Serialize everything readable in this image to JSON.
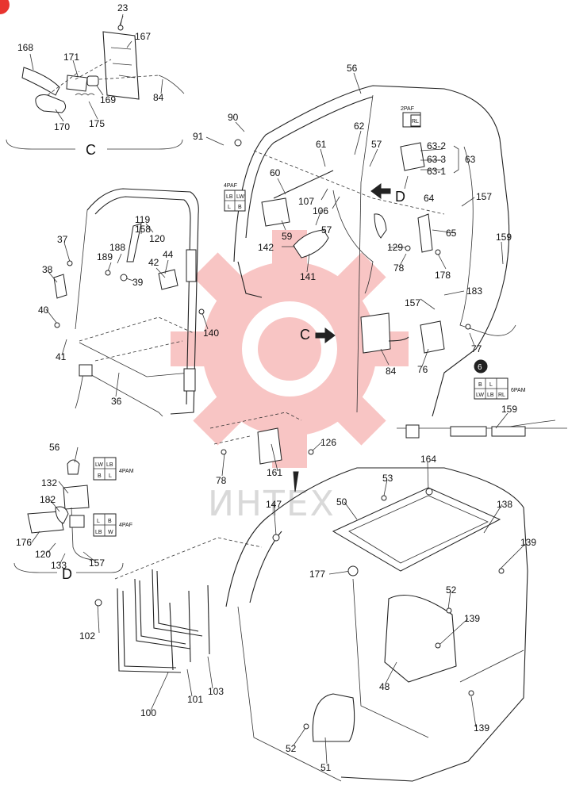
{
  "callouts": {
    "c23": "23",
    "c167": "167",
    "c168": "168",
    "c171": "171",
    "c169": "169",
    "c84a": "84",
    "c170": "170",
    "c175": "175",
    "c56a": "56",
    "c90": "90",
    "c91": "91",
    "c62": "62",
    "c2paf": "2PAF",
    "c631": "63-1",
    "c632": "63-2",
    "c633": "63-3",
    "c63": "63",
    "c61": "61",
    "c57a": "57",
    "c60": "60",
    "c107": "107",
    "c106": "106",
    "cD": "D",
    "c64": "64",
    "c157a": "157",
    "c4paf_a": "4PAF",
    "c119": "119",
    "c158": "158",
    "c120a": "120",
    "c37": "37",
    "c188": "188",
    "c189": "189",
    "c44": "44",
    "c42": "42",
    "c39": "39",
    "c38": "38",
    "c40": "40",
    "c41": "41",
    "c140": "140",
    "c36": "36",
    "c59": "59",
    "c142": "142",
    "c141": "141",
    "c57b": "57",
    "c129": "129",
    "c65": "65",
    "c78a": "78",
    "c178": "178",
    "c159a": "159",
    "c183": "183",
    "c157b": "157",
    "cC": "C",
    "c84b": "84",
    "c76": "76",
    "c77": "77",
    "c6": "6",
    "c6pam": "6PAM",
    "c159b": "159",
    "c126": "126",
    "c161": "161",
    "c78b": "78",
    "c56b": "56",
    "c4pam": "4PAM",
    "c132": "132",
    "c182": "182",
    "c4paf_b": "4PAF",
    "c176": "176",
    "c120b": "120",
    "c133": "133",
    "c157c": "157",
    "c164": "164",
    "c53": "53",
    "c50": "50",
    "c147": "147",
    "c138": "138",
    "c139a": "139",
    "c177": "177",
    "c52a": "52",
    "c139b": "139",
    "c48": "48",
    "c139c": "139",
    "c102": "102",
    "c100": "100",
    "c101": "101",
    "c103": "103",
    "c52b": "52",
    "c51": "51",
    "section_c": "C",
    "section_d": "D"
  },
  "connectors": {
    "k2paf": [
      "RL"
    ],
    "k4paf_a": [
      "LB",
      "LW",
      "L",
      "B"
    ],
    "k6pam": [
      "B",
      "L",
      "LW",
      "LB",
      "RL"
    ],
    "k4pam": [
      "LW",
      "LB",
      "B",
      "L"
    ],
    "k4paf_b": [
      "L",
      "B",
      "LB",
      "W"
    ]
  },
  "watermark": {
    "text": "ИНТЕХ",
    "color": "#e8342f"
  }
}
